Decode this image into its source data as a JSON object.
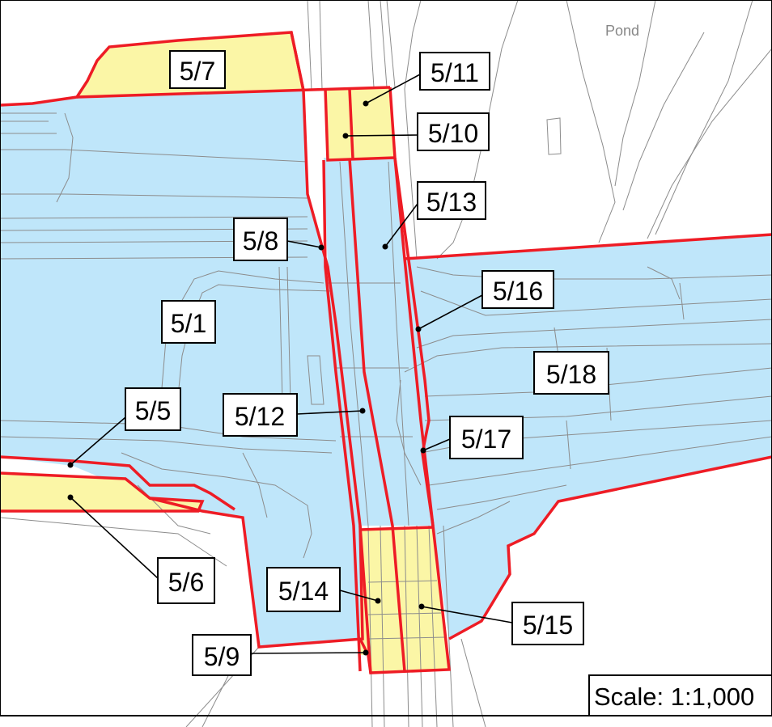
{
  "map": {
    "place_label": "Pond",
    "scale_label": "Scale: 1:1,000",
    "colors": {
      "blue_parcel": "#bfe6fa",
      "yellow_parcel": "#fbf6a6",
      "boundary": "#ee1c25",
      "base_lines": "#8c8c8c"
    },
    "parcels": [
      {
        "id": "5/1",
        "label": "5/1"
      },
      {
        "id": "5/5",
        "label": "5/5"
      },
      {
        "id": "5/6",
        "label": "5/6"
      },
      {
        "id": "5/7",
        "label": "5/7"
      },
      {
        "id": "5/8",
        "label": "5/8"
      },
      {
        "id": "5/9",
        "label": "5/9"
      },
      {
        "id": "5/10",
        "label": "5/10"
      },
      {
        "id": "5/11",
        "label": "5/11"
      },
      {
        "id": "5/12",
        "label": "5/12"
      },
      {
        "id": "5/13",
        "label": "5/13"
      },
      {
        "id": "5/14",
        "label": "5/14"
      },
      {
        "id": "5/15",
        "label": "5/15"
      },
      {
        "id": "5/16",
        "label": "5/16"
      },
      {
        "id": "5/17",
        "label": "5/17"
      },
      {
        "id": "5/18",
        "label": "5/18"
      }
    ]
  }
}
